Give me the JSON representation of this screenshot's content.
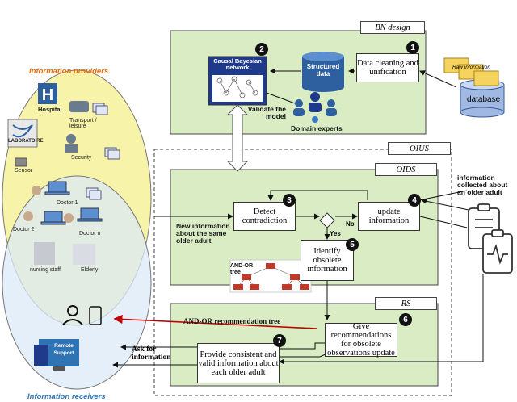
{
  "sections": {
    "bn_design": "BN design",
    "oius": "OIUS",
    "oids": "OIDS",
    "rs": "RS"
  },
  "nodes": {
    "causal_bn": "Causal Bayesian network",
    "structured_data": "Structured data",
    "data_cleaning": "Data cleaning and unification",
    "detect_contradiction": "Detect contradiction",
    "update_information": "update information",
    "identify_obsolete": "Identify obsolete information",
    "give_recommendations": "Give recommendations for obsolete observations update",
    "provide_consistent": "Provide consistent and valid information about each older adult"
  },
  "numbers": [
    "1",
    "2",
    "3",
    "4",
    "5",
    "6",
    "7"
  ],
  "labels": {
    "validate_model": "Validate the model",
    "domain_experts": "Domain experts",
    "database": "database",
    "raw_information": "Raw information",
    "info_collected": "information collected about an older adult",
    "new_information": "New information about the same older adult",
    "no": "No",
    "yes": "Yes",
    "and_or_tree": "AND-OR tree",
    "and_or_rec_tree": "AND-OR recommendation tree",
    "ask_for_information": "Ask for information",
    "info_providers": "Information providers",
    "info_receivers": "Information receivers"
  },
  "actors": {
    "hospital": "Hospital",
    "transport": "Transport / leisure",
    "laboratoire": "LABORATOIRE",
    "security": "Security",
    "sensor": "Sensor",
    "doctor1": "Doctor 1",
    "doctor2": "Doctor 2",
    "doctorn": "Doctor n",
    "nursing_staff": "nursing staff",
    "elderly": "Elderly",
    "remote_support": "Remote Support"
  },
  "colors": {
    "green_panel": "#d9ecc4",
    "yellow_ellipse": "#f7f3a8",
    "blue_ellipse": "#dce9f7",
    "orange_title": "#e46c0a",
    "blue_title": "#2e74b5",
    "dark_red_arrow": "#c00000"
  }
}
